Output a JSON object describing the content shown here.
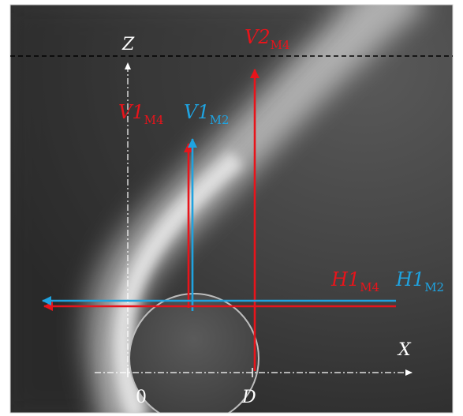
{
  "axes": {
    "x_label": "X",
    "z_label": "Z",
    "origin_label": "0",
    "d_label": "D"
  },
  "lines": {
    "v1_m4": {
      "main": "V1",
      "sub": "M4"
    },
    "v1_m2": {
      "main": "V1",
      "sub": "M2"
    },
    "v2_m4": {
      "main": "V2",
      "sub": "M4"
    },
    "h1_m4": {
      "main": "H1",
      "sub": "M4"
    },
    "h1_m2": {
      "main": "H1",
      "sub": "M2"
    }
  },
  "colors": {
    "m4": "#e8141b",
    "m2": "#1fa3e0",
    "background_dark": "#3a3a3a",
    "cylinder": "#4a4a4a",
    "white": "#ffffff"
  }
}
